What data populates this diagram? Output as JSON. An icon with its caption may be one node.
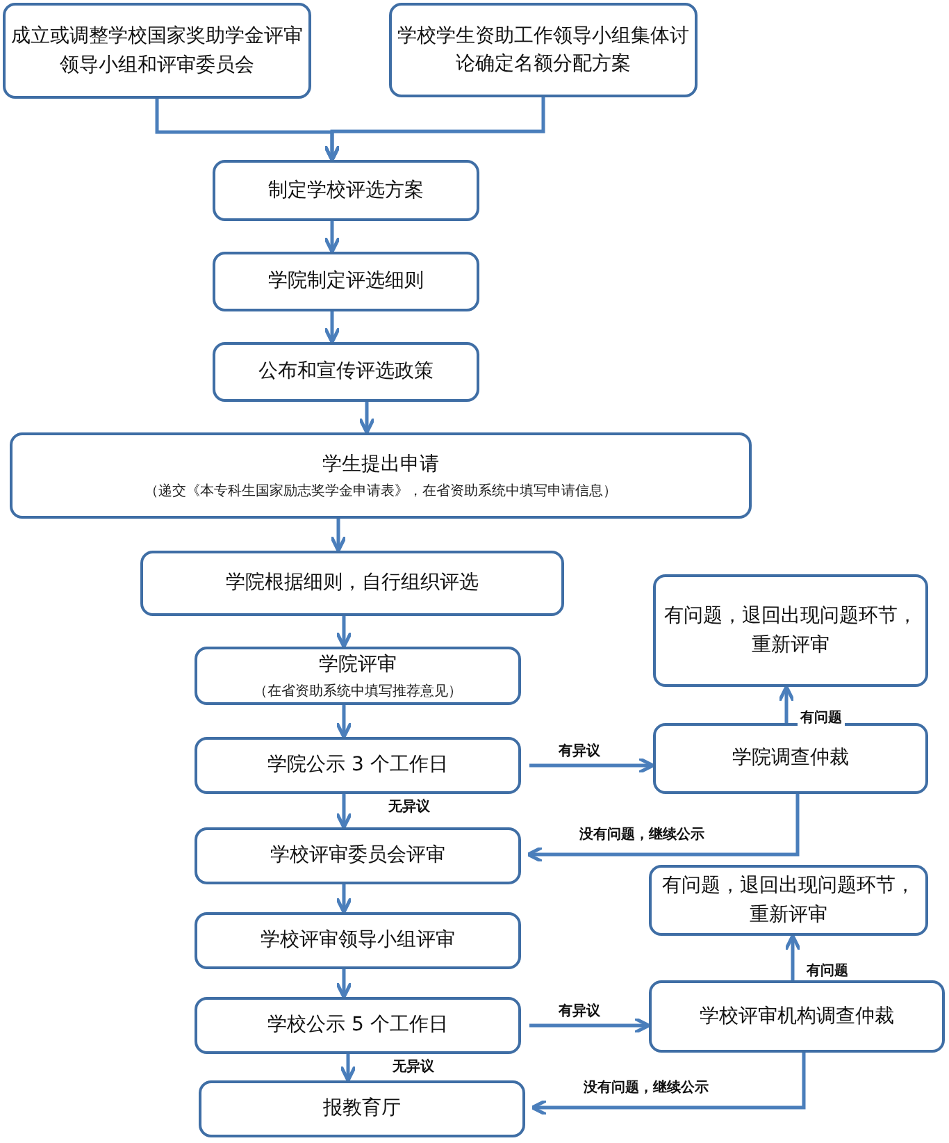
{
  "diagram": {
    "nodes": [
      {
        "text": [
          "成立或调整学校国家奖助学金评审领导小组和评审委员会"
        ]
      },
      {
        "text": [
          "学校学生资助工作领导小组集体讨论确定名额分配方案"
        ]
      },
      {
        "text": [
          "制定学校评选方案"
        ]
      },
      {
        "text": [
          "学院制定评选细则"
        ]
      },
      {
        "text": [
          "公布和宣传评选政策"
        ]
      },
      {
        "text": [
          "学生提出申请",
          "（递交《本专科生国家励志奖学金申请表》，在省资助系统中填写申请信息）"
        ]
      },
      {
        "text": [
          "学院根据细则，自行组织评选"
        ]
      },
      {
        "text": [
          "学院评审",
          "（在省资助系统中填写推荐意见）"
        ]
      },
      {
        "text": [
          "学院公示 3 个工作日"
        ]
      },
      {
        "text": [
          "学院调查仲裁"
        ]
      },
      {
        "text": [
          "有问题，退回出现问题环节，重新评审"
        ]
      },
      {
        "text": [
          "学校评审委员会评审"
        ]
      },
      {
        "text": [
          "学校评审领导小组评审"
        ]
      },
      {
        "text": [
          "学校公示 5 个工作日"
        ]
      },
      {
        "text": [
          "学校评审机构调查仲裁"
        ]
      },
      {
        "text": [
          "有问题，退回出现问题环节，重新评审"
        ]
      },
      {
        "text": [
          "报教育厅"
        ]
      }
    ],
    "edges": [
      {
        "from": 0,
        "to": 2,
        "arrow": "to"
      },
      {
        "from": 1,
        "to": 2,
        "arrow": "to"
      },
      {
        "from": 2,
        "to": 3,
        "arrow": "to"
      },
      {
        "from": 3,
        "to": 4,
        "arrow": "to"
      },
      {
        "from": 4,
        "to": 5,
        "arrow": "to"
      },
      {
        "from": 5,
        "to": 6,
        "arrow": "to"
      },
      {
        "from": 6,
        "to": 7,
        "arrow": "to"
      },
      {
        "from": 7,
        "to": 8,
        "arrow": "to"
      },
      {
        "from": 8,
        "to": 11,
        "arrow": "to",
        "label": "无异议"
      },
      {
        "from": 8,
        "to": 9,
        "arrow": "to",
        "label": "有异议"
      },
      {
        "from": 9,
        "to": 10,
        "arrow": "to",
        "label": "有问题"
      },
      {
        "from": 9,
        "to": 11,
        "arrow": "to",
        "label": "没有问题，继续公示"
      },
      {
        "from": 11,
        "to": 12,
        "arrow": "to"
      },
      {
        "from": 12,
        "to": 13,
        "arrow": "to"
      },
      {
        "from": 13,
        "to": 16,
        "arrow": "to",
        "label": "无异议"
      },
      {
        "from": 13,
        "to": 14,
        "arrow": "to",
        "label": "有异议"
      },
      {
        "from": 14,
        "to": 15,
        "arrow": "to",
        "label": "有问题"
      },
      {
        "from": 14,
        "to": 16,
        "arrow": "to",
        "label": "没有问题，继续公示"
      }
    ]
  }
}
